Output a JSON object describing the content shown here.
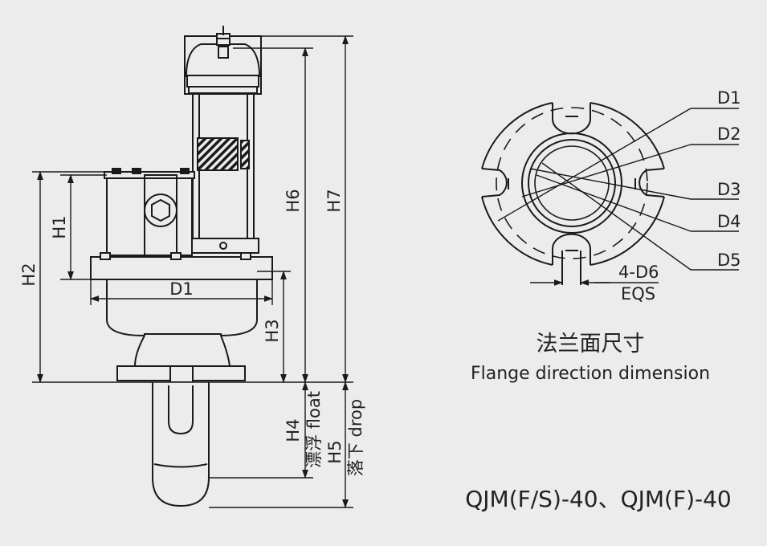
{
  "labels": {
    "h1": "H1",
    "h2": "H2",
    "h3": "H3",
    "h4": "H4",
    "h5": "H5",
    "h6": "H6",
    "h7": "H7",
    "d1_main": "D1",
    "float_text": "漂浮 float",
    "drop_text": "落下 drop",
    "flange_d1": "D1",
    "flange_d2": "D2",
    "flange_d3": "D3",
    "flange_d4": "D4",
    "flange_d5": "D5",
    "hole_spec": "4-D6",
    "hole_eqs": "EQS"
  },
  "caption": {
    "chinese": "法兰面尺寸",
    "english": "Flange direction dimension"
  },
  "model": "QJM(F/S)-40、QJM(F)-40",
  "colors": {
    "background": "#ececec",
    "line": "#1a1a1a"
  }
}
